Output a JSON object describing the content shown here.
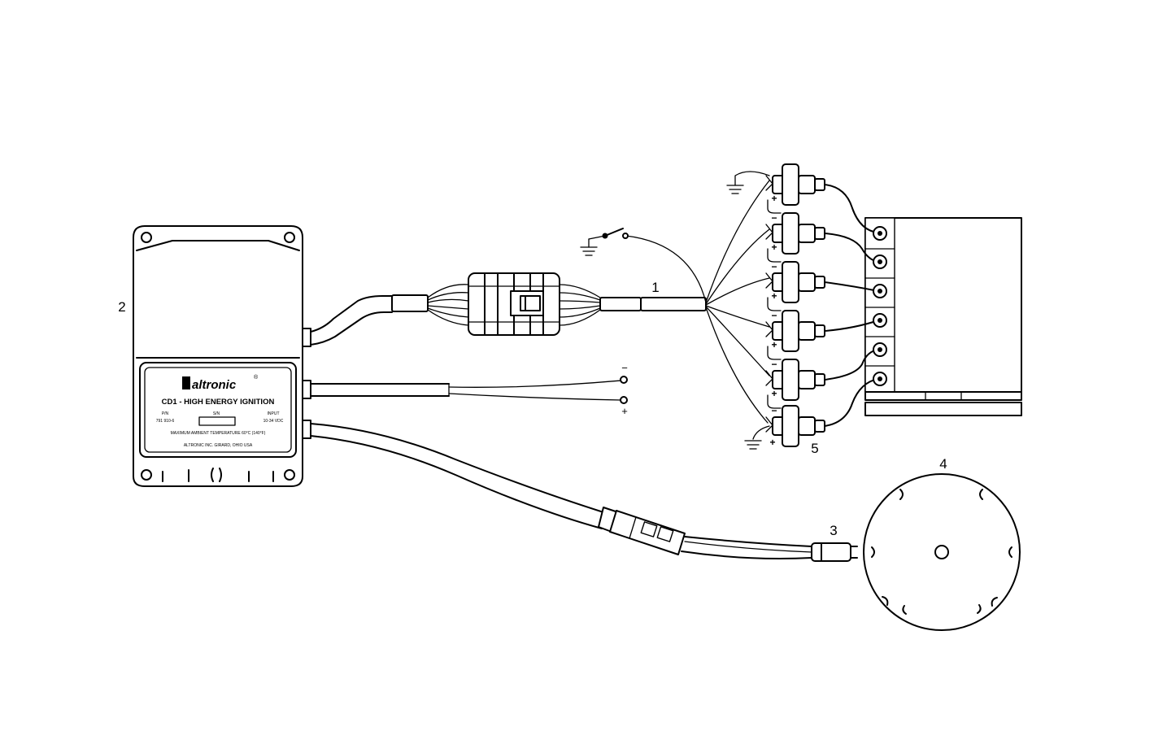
{
  "callouts": {
    "harness": "1",
    "ignition_module": "2",
    "pickup": "3",
    "timing_disc": "4",
    "coils": "5"
  },
  "module": {
    "brand": "altronic",
    "title": "CD1 - HIGH ENERGY IGNITION",
    "pn_label": "P/N",
    "pn_value": "791 910-6",
    "sn_label": "S/N",
    "input_label": "INPUT",
    "input_value": "10-34 VDC",
    "ambient_note": "MAXIMUM AMBIENT TEMPERATURE 60°C (140°F)",
    "maker": "ALTRONIC INC. GIRARD, OHIO USA"
  },
  "power_leads": {
    "negative": "−",
    "positive": "+"
  },
  "coil_polarity": {
    "negative": "−",
    "positive": "+"
  },
  "coil_count": 6,
  "icons": [
    "ground-symbol",
    "switch-symbol",
    "spark-coil",
    "spark-plug-terminal",
    "connector",
    "timing-disc",
    "magnetic-pickup"
  ]
}
